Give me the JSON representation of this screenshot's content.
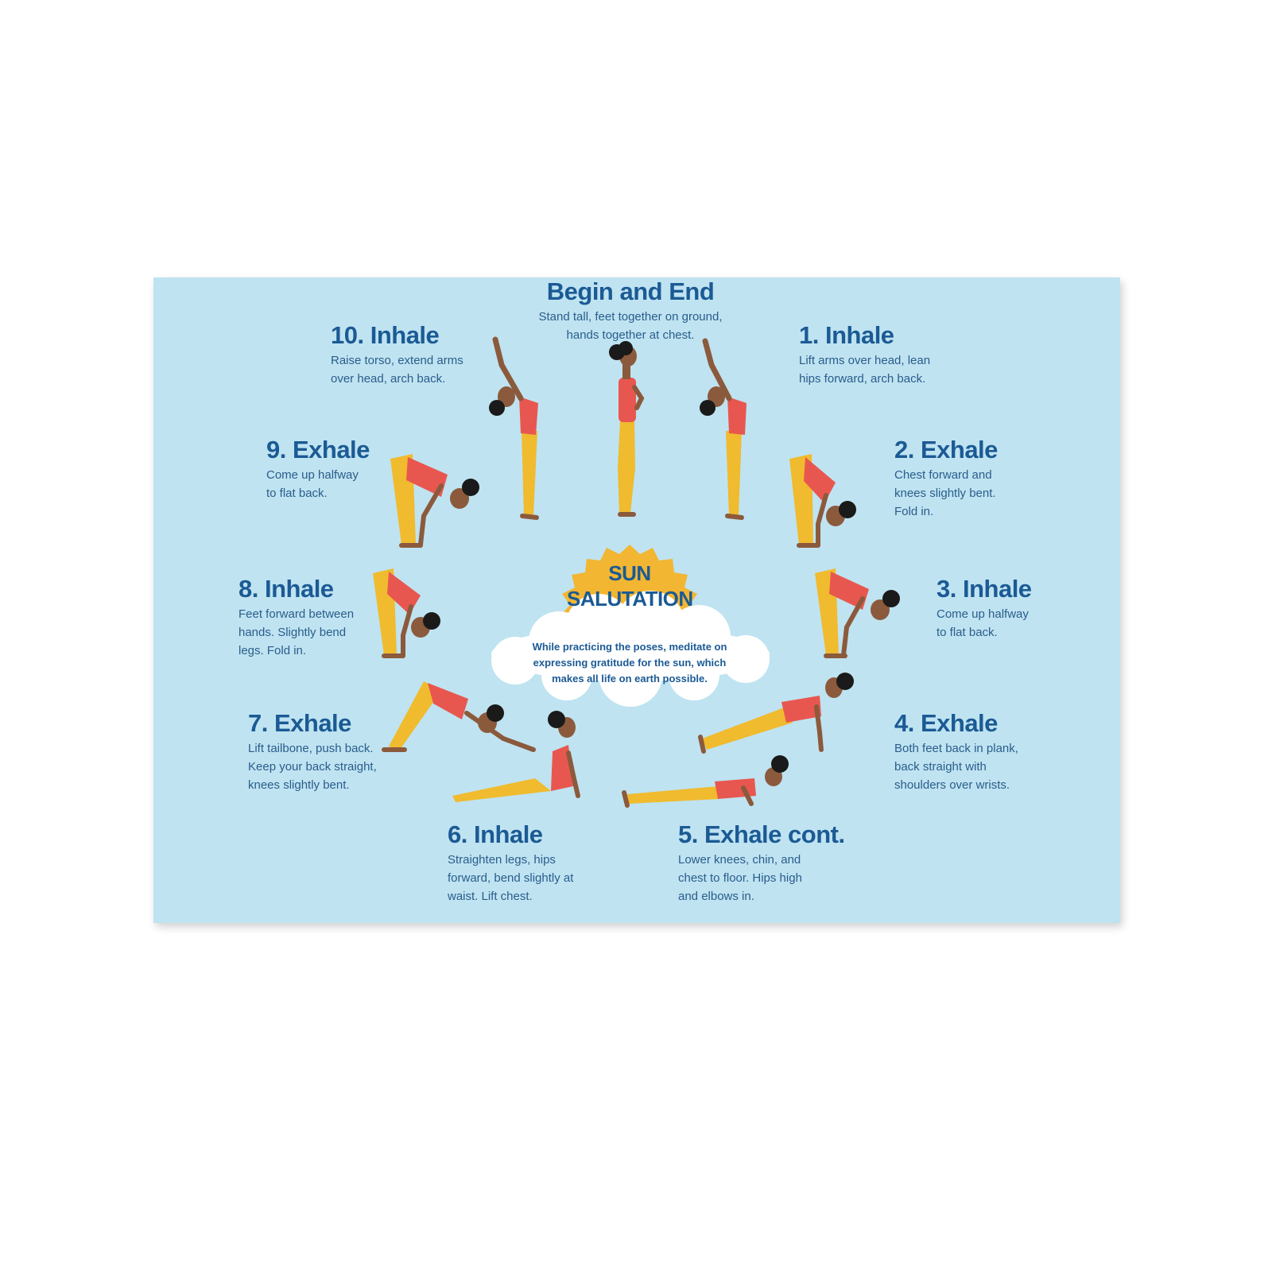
{
  "center": {
    "title_lines": [
      "SUN",
      "SALUTATION"
    ],
    "message_lines": [
      "While practicing the poses, meditate on",
      "expressing gratitude for the sun, which",
      "makes all life on earth possible."
    ],
    "sun_color": "#f2b632",
    "cloud_color": "#ffffff"
  },
  "steps": {
    "begin": {
      "title": "Begin and End",
      "lines": [
        "Stand tall, feet together on ground,",
        "hands together at chest."
      ]
    },
    "s1": {
      "title": "1. Inhale",
      "lines": [
        "Lift arms over head, lean",
        "hips forward, arch back."
      ]
    },
    "s2": {
      "title": "2. Exhale",
      "lines": [
        "Chest forward and",
        "knees slightly bent.",
        "Fold in."
      ]
    },
    "s3": {
      "title": "3. Inhale",
      "lines": [
        "Come up halfway",
        "to flat back."
      ]
    },
    "s4": {
      "title": "4. Exhale",
      "lines": [
        "Both feet back in plank,",
        "back straight with",
        "shoulders over wrists."
      ]
    },
    "s5": {
      "title": "5. Exhale cont.",
      "lines": [
        "Lower knees, chin, and",
        "chest to floor. Hips high",
        "and elbows in."
      ]
    },
    "s6": {
      "title": "6. Inhale",
      "lines": [
        "Straighten legs, hips",
        "forward, bend slightly at",
        "waist. Lift chest."
      ]
    },
    "s7": {
      "title": "7. Exhale",
      "lines": [
        "Lift tailbone, push back.",
        "Keep your back straight,",
        "knees slightly bent."
      ]
    },
    "s8": {
      "title": "8. Inhale",
      "lines": [
        "Feet forward between",
        "hands. Slightly bend",
        "legs. Fold in."
      ]
    },
    "s9": {
      "title": "9. Exhale",
      "lines": [
        "Come up halfway",
        "to flat back."
      ]
    },
    "s10": {
      "title": "10. Inhale",
      "lines": [
        "Raise torso, extend arms",
        "over head, arch back."
      ]
    }
  },
  "colors": {
    "background": "#bfe3f1",
    "text": "#1b5a94",
    "skin": "#8b5a3c",
    "hair": "#1a1a1a",
    "top": "#e8574f",
    "pants": "#f0bb2e"
  }
}
